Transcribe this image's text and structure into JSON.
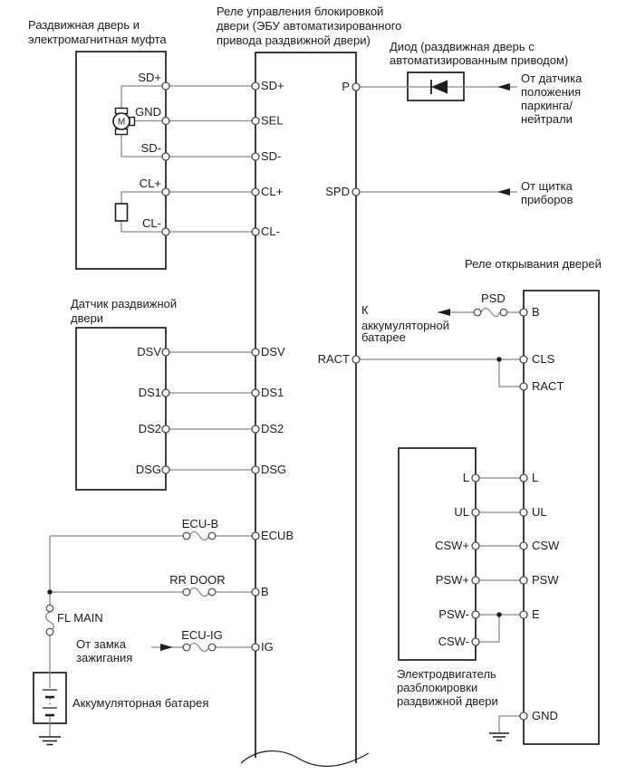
{
  "colors": {
    "background": "#ffffff",
    "wire": "#8a8a8a",
    "outline": "#1c1c1c",
    "text": "#1c1c1c"
  },
  "door_clutch": {
    "title1": "Раздвижная дверь и",
    "title2": "электромагнитная муфта",
    "motor": "M",
    "terminals": [
      "SD+",
      "GND",
      "SD-",
      "CL+",
      "CL-"
    ]
  },
  "control_relay": {
    "title1": "Реле управления блокировкой",
    "title2": "двери (ЭБУ автоматизированного",
    "title3": "привода раздвижной двери)",
    "left": [
      "SD+",
      "SEL",
      "SD-",
      "CL+",
      "CL-",
      "DSV",
      "DS1",
      "DS2",
      "DSG",
      "ECUB",
      "B",
      "IG"
    ],
    "right": [
      "P",
      "SPD",
      "RACT"
    ]
  },
  "diode": {
    "title1": "Диод (раздвижная дверь с",
    "title2": "автоматизированным приводом)"
  },
  "notes": {
    "park1": "От датчика",
    "park2": "положения",
    "park3": "паркинга/",
    "park4": "нейтрали",
    "panel1": "От щитка",
    "panel2": "приборов",
    "ign1": "От замка",
    "ign2": "зажигания",
    "tobat1": "К",
    "tobat2": "аккумуляторной",
    "tobat3": "батарее"
  },
  "door_sensor": {
    "title1": "Датчик раздвижной",
    "title2": "двери",
    "terminals": [
      "DSV",
      "DS1",
      "DS2",
      "DSG"
    ]
  },
  "fuses": {
    "psd": "PSD",
    "ecu_b": "ECU-B",
    "rr_door": "RR DOOR",
    "fl_main": "FL MAIN",
    "ecu_ig": "ECU-IG"
  },
  "battery": {
    "label": "Аккумуляторная батарея"
  },
  "open_relay": {
    "title": "Реле открывания дверей",
    "terminals": [
      "B",
      "CLS",
      "RACT",
      "L",
      "UL",
      "CSW",
      "PSW",
      "E",
      "GND"
    ]
  },
  "unlock_motor": {
    "title1": "Электродвигатель",
    "title2": "разблокировки",
    "title3": "раздвижной двери",
    "terminals": [
      "L",
      "UL",
      "CSW+",
      "PSW+",
      "PSW-",
      "CSW-"
    ]
  }
}
